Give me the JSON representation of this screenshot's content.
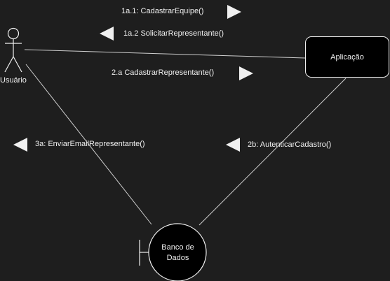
{
  "actor": {
    "label": "Usuário"
  },
  "application": {
    "label": "Aplicação"
  },
  "database": {
    "line1": "Banco de",
    "line2": "Dados"
  },
  "messages": [
    {
      "text": "1a.1: CadastrarEquipe()",
      "direction": "right"
    },
    {
      "text": "1a.2 SolicitarRepresentante()",
      "direction": "left"
    },
    {
      "text": "2.a CadastrarRepresentante()",
      "direction": "right"
    },
    {
      "text": "3a: EnviarEmailRepresentante()",
      "direction": "left"
    },
    {
      "text": "2b: AutenticarCadastro()",
      "direction": "left"
    }
  ],
  "colors": {
    "background": "#1e1e1e",
    "stroke": "#f0f0f0",
    "fill": "#000000",
    "text": "#f0f0f0"
  }
}
